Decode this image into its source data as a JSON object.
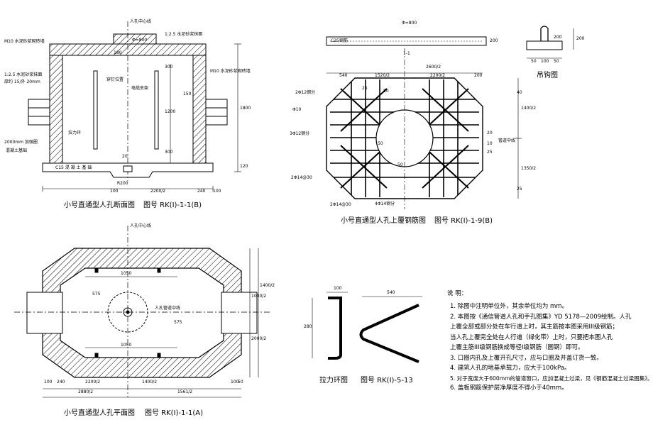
{
  "drawings": {
    "section": {
      "caption": "小号直通型人孔断面图",
      "fig_no": "图号  RK(I)-1-1(B)",
      "labels": {
        "m10_left": "M10 水泥砂浆砌砖墙",
        "mortar_top": "1:2.5 水泥砂浆抹面",
        "mortar_left": "1:2.5 水泥砂浆抹面",
        "slope": "厚约 15/外 20mm",
        "m10_right": "M10 水泥砂浆砌砖墙",
        "wall_line": "穿钉位置",
        "cable_rack": "电缆支架",
        "pull_ring": "拉力环",
        "pipe_2000": "2000mm 加强圈",
        "concrete_base": "混凝土基础",
        "c15": "C15 混 凝 土 基 础",
        "center_axis": "人孔中心线",
        "r200": "R200"
      },
      "dims": {
        "top_800": "Φ=800",
        "d_300a": "300",
        "d_1200": "1200",
        "d_300b": "300",
        "d_150": "150",
        "d_1800": "1800",
        "d_120": "120",
        "d_100": "100",
        "d_20": "20",
        "d_180": "180",
        "d_2200": "2200/2",
        "d_240": "240",
        "d_100b": "100"
      }
    },
    "rebar": {
      "caption": "小号直通型人孔上覆钢筋图",
      "fig_no": "图号  RK(I)-1-9(B)",
      "labels": {
        "c25": "C25钢筋",
        "top_800": "Φ=800",
        "d_200": "200",
        "section_11": "1-1",
        "d_540": "540",
        "d_1520": "1520/2",
        "d_2600": "2600/2",
        "d_2200": "2200/2",
        "d_200b": "200",
        "r_2_12": "2Φ12钢分",
        "r_10": "Φ10",
        "r_3_12": "3Φ12钢分",
        "r_2_14_30": "2Φ14@30",
        "r_2_14_30b": "2Φ14@30",
        "r_4_14": "4Φ14钢分",
        "pipe_center": "管道中线",
        "d_1400": "1400/2",
        "d_1350": "1350/2",
        "d_25a": "25",
        "d_50a": "50",
        "d_50b": "50",
        "d_10": "10",
        "d_25b": "25",
        "d_50c": "50",
        "d_20": "20",
        "d_40": "40",
        "d_25c": "25"
      }
    },
    "hook": {
      "caption": "吊钩图",
      "d_200": "200",
      "d_200b": "200",
      "d_50a": "50",
      "d_100": "100",
      "d_50b": "50"
    },
    "plan": {
      "caption": "小号直通型人孔平面图",
      "fig_no": "图号  RK(I)-1-1(A)",
      "labels": {
        "center_axis": "人孔中心线",
        "pipe_center": "人孔管道中线",
        "d_1050a": "1050",
        "d_1050b": "1050",
        "d_575a": "575",
        "d_575b": "575",
        "d_1000": "1000/2",
        "d_1400": "1400/2",
        "d_2000": "2000/2",
        "d_100": "100",
        "d_240": "240",
        "d_2200": "2200/2",
        "d_1400b": "1400/2",
        "d_2880": "2880/2",
        "d_1561": "1561/2",
        "d_100b": "100",
        "d_50": "50"
      }
    },
    "ring": {
      "caption": "拉力环图",
      "fig_no": "图号  RK(I)-5-13",
      "d_100": "100",
      "d_540": "540",
      "d_280": "280"
    }
  },
  "notes": {
    "title": "说  明：",
    "items": [
      "1.  除图中注明单位外，其余单位均为 mm。",
      "2.  本图按《通信管道人孔和手孔图集》YD 5178—2009绘制。人孔",
      "     上覆全部或部分处在车行道上时，其主筋按本图采用III级钢筋；",
      "     当人孔上覆完全处在人行道（绿化带）上时，只要把本图人孔",
      "     上覆主筋III级钢筋换成等径I级钢筋（圆钢）即可。",
      "3.  口圈内孔及上覆开孔尺寸，应与口圈及井盖订货一致。",
      "4.  建筑人孔的地基承载力，应大于100kPa。",
      "5.  对于宽度大于600mm的管道窗口，应加混凝土过梁，见《钢筋混凝土过梁图集》。",
      "6.  盖板钢筋保护层净厚度不得小于40mm。"
    ]
  }
}
